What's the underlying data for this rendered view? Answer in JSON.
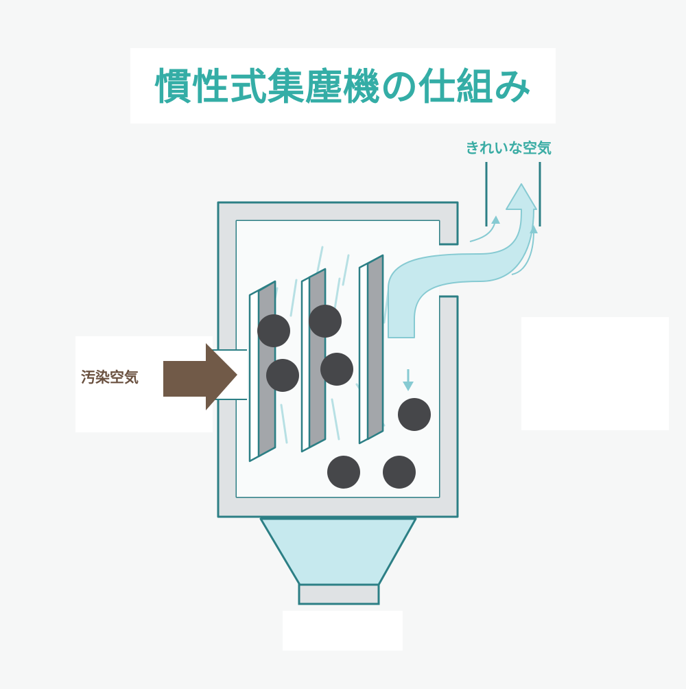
{
  "title": "慣性式集塵機の仕組み",
  "labels": {
    "clean_air": "きれいな空気",
    "dirty_air": "汚染空気"
  },
  "colors": {
    "title": "#34ada6",
    "outline": "#2c7f85",
    "wall_fill": "#dfe2e4",
    "flow_fill": "#c6e9ee",
    "baffle_fill": "#a3a6aa",
    "dust": "#46474a",
    "inlet_arrow": "#715a48",
    "clean_label": "#3aaca4"
  }
}
